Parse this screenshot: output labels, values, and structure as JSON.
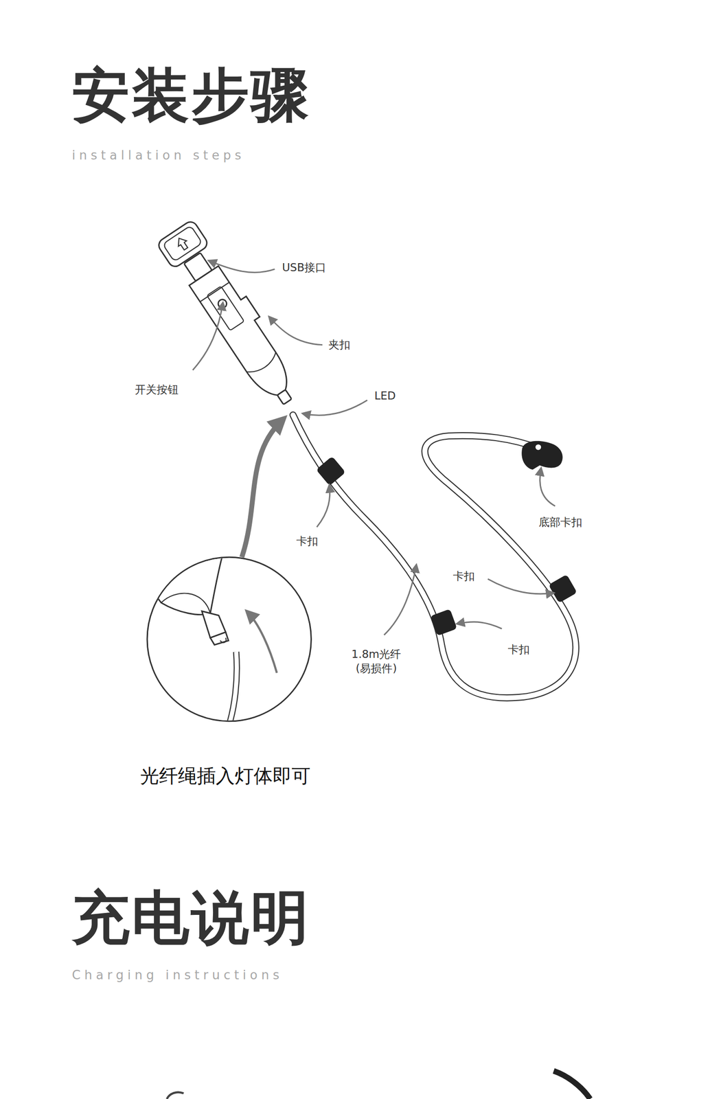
{
  "diagram": {
    "title": "安装步骤",
    "caption": "光纤绳插入灯体即可",
    "labels": [
      "installation steps",
      "USB接口",
      "夹扣",
      "开关按钮",
      "LED",
      "卡扣",
      "底部卡扣",
      "卡扣",
      "1.8m光纤 (易损件)",
      "卡扣",
      "充电说明",
      "Charging instructions"
    ]
  }
}
